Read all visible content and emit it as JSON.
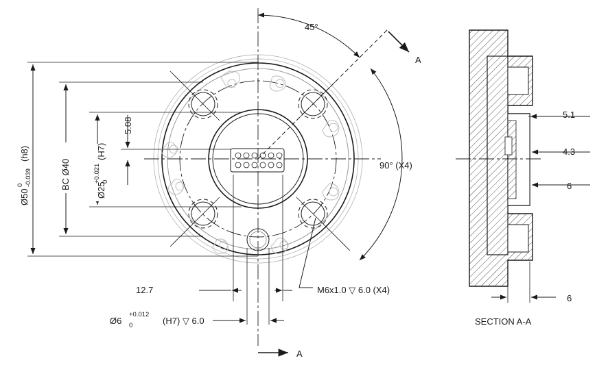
{
  "front_view": {
    "outer_diameter": {
      "symbol": "Ø50",
      "upper_tol": "0",
      "lower_tol": "-0.039",
      "fit": "(h8)"
    },
    "bolt_circle": "BC Ø40",
    "bore": {
      "symbol": "Ø25",
      "upper_tol": "+0.021",
      "lower_tol": "0",
      "fit": "(H7)"
    },
    "connector_offset": "5.08",
    "angle_top": "45°",
    "angle_side": "90° (X4)",
    "section_marker": "A",
    "pin_spacing": "12.7",
    "thread_callout": "M6x1.0 ▽ 6.0 (X4)",
    "dowel": {
      "symbol": "Ø6",
      "upper_tol": "+0.012",
      "lower_tol": "0",
      "fit": "(H7) ▽ 6.0"
    }
  },
  "section_view": {
    "title": "SECTION A-A",
    "dims": [
      "5.1",
      "4.3",
      "6",
      "6"
    ]
  }
}
